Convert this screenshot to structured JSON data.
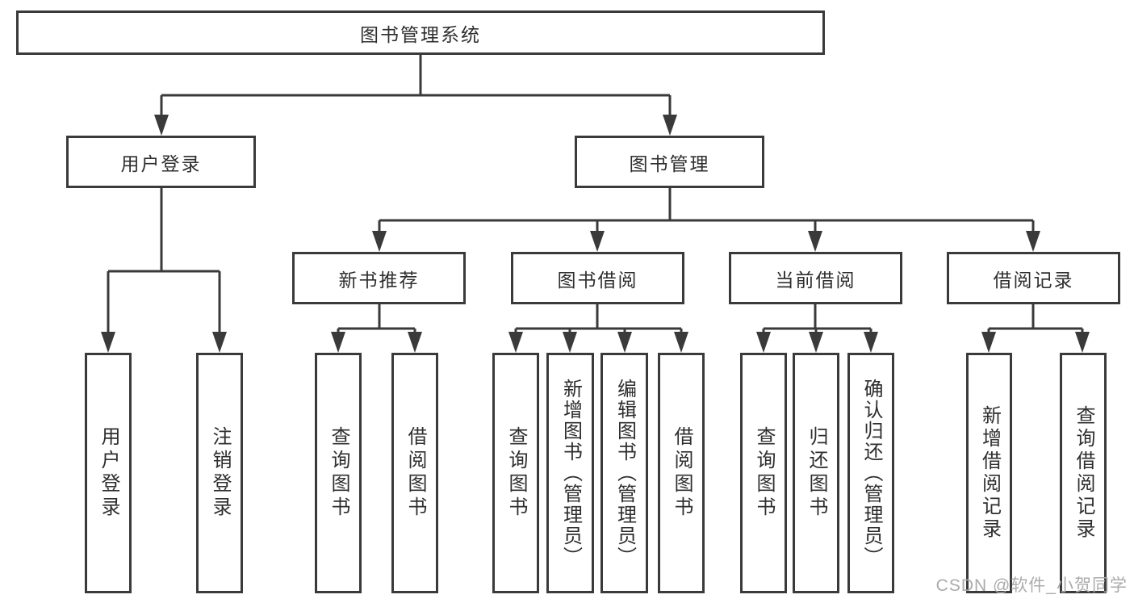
{
  "tree": {
    "label": "图书管理系统",
    "children": [
      {
        "label": "用户登录",
        "children": [
          {
            "label": "用户登录"
          },
          {
            "label": "注销登录"
          }
        ]
      },
      {
        "label": "图书管理",
        "children": [
          {
            "label": "新书推荐",
            "children": [
              {
                "label": "查询图书"
              },
              {
                "label": "借阅图书"
              }
            ]
          },
          {
            "label": "图书借阅",
            "children": [
              {
                "label": "查询图书"
              },
              {
                "label": "新增图书（管理员）"
              },
              {
                "label": "编辑图书（管理员）"
              },
              {
                "label": "借阅图书"
              }
            ]
          },
          {
            "label": "当前借阅",
            "children": [
              {
                "label": "查询图书"
              },
              {
                "label": "归还图书"
              },
              {
                "label": "确认归还（管理员）"
              }
            ]
          },
          {
            "label": "借阅记录",
            "children": [
              {
                "label": "新增借阅记录"
              },
              {
                "label": "查询借阅记录"
              }
            ]
          }
        ]
      }
    ]
  },
  "watermark": "CSDN @软件_小贺同学",
  "colors": {
    "line": "#3a3a3a",
    "text": "#2e2e2e",
    "watermark": "#ababab",
    "background": "#ffffff"
  }
}
